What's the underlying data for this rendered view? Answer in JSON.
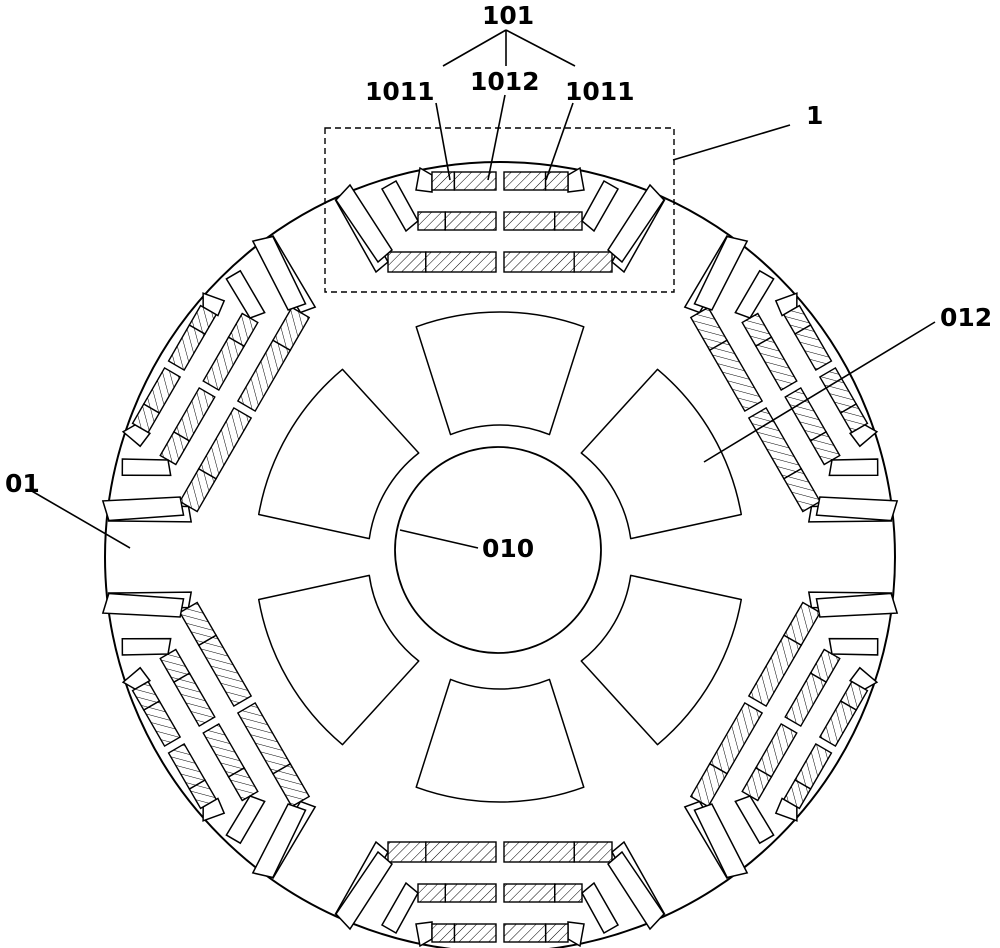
{
  "diagram": {
    "labels": {
      "rotor_core": "01",
      "shaft_hole": "010",
      "lightening_hole": "012",
      "magnetic_pole": "1",
      "permanent_magnet_group": "101",
      "edge_magnet": "1011",
      "middle_magnet": "1012"
    },
    "pole_count": 6,
    "magnet_layers_per_pole": 3,
    "colors": {
      "stroke": "#000000",
      "background": "#ffffff",
      "hatch": "#000000"
    }
  }
}
